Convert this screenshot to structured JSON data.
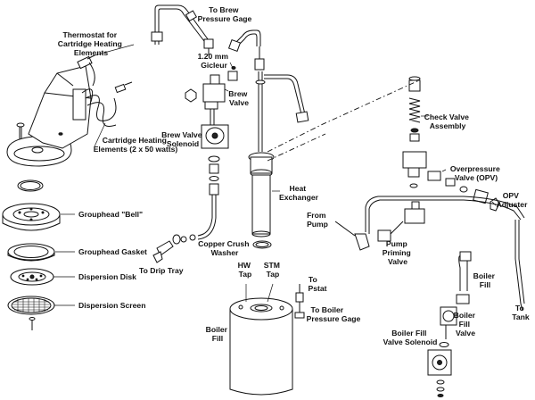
{
  "labels": {
    "thermostat": [
      "Thermostat for",
      "Cartridge Heating",
      "Elements"
    ],
    "cartridge": [
      "Cartridge Heating",
      "Elements (2 x 50 watts)"
    ],
    "grouphead_bell": "Grouphead \"Bell\"",
    "grouphead_gasket": "Grouphead Gasket",
    "dispersion_disk": "Dispersion Disk",
    "dispersion_screen": "Dispersion Screen",
    "to_brew_gage": [
      "To Brew",
      "Pressure Gage"
    ],
    "gicleur": [
      "1.20 mm",
      "Gicleur"
    ],
    "brew_valve": [
      "Brew",
      "Valve"
    ],
    "brew_solenoid": [
      "Brew Valve",
      "Solenoid"
    ],
    "heat_exchanger": [
      "Heat",
      "Exchanger"
    ],
    "copper_washer": [
      "Copper Crush",
      "Washer"
    ],
    "to_drip_tray": "To Drip Tray",
    "hw_tap": [
      "HW",
      "Tap"
    ],
    "stm_tap": [
      "STM",
      "Tap"
    ],
    "to_pstat": [
      "To",
      "Pstat"
    ],
    "to_boiler_gage": [
      "To Boiler",
      "Pressure Gage"
    ],
    "boiler_fill": [
      "Boiler",
      "Fill"
    ],
    "check_valve": [
      "Check Valve",
      "Assembly"
    ],
    "opv": [
      "Overpressure",
      "Valve (OPV)"
    ],
    "opv_adjuster": [
      "OPV",
      "Adjuster"
    ],
    "from_pump": [
      "From",
      "Pump"
    ],
    "pump_priming": [
      "Pump",
      "Priming",
      "Valve"
    ],
    "boiler_fill_right": [
      "Boiler",
      "Fill"
    ],
    "boiler_fill_valve": [
      "Boiler",
      "Fill",
      "Valve"
    ],
    "boiler_fill_solenoid": [
      "Boiler Fill",
      "Valve Solenoid"
    ],
    "to_tank": [
      "To",
      "Tank"
    ]
  }
}
